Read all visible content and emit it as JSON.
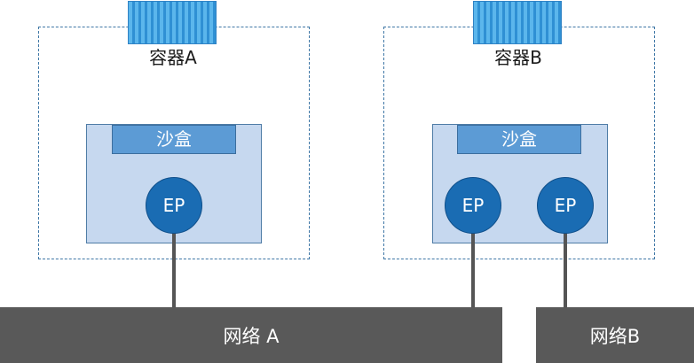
{
  "containers": [
    {
      "label": "容器A",
      "sandbox_label": "沙盒",
      "endpoints": [
        "EP"
      ]
    },
    {
      "label": "容器B",
      "sandbox_label": "沙盒",
      "endpoints": [
        "EP",
        "EP"
      ]
    }
  ],
  "networks": [
    {
      "label": "网络 A"
    },
    {
      "label": "网络B"
    }
  ],
  "colors": {
    "container_border": "#3f77a6",
    "sandbox_fill": "#c6d8ef",
    "sandbox_label_fill": "#5c9bd5",
    "endpoint_fill": "#1a6cb3",
    "network_fill": "#595959",
    "wire": "#555555"
  }
}
